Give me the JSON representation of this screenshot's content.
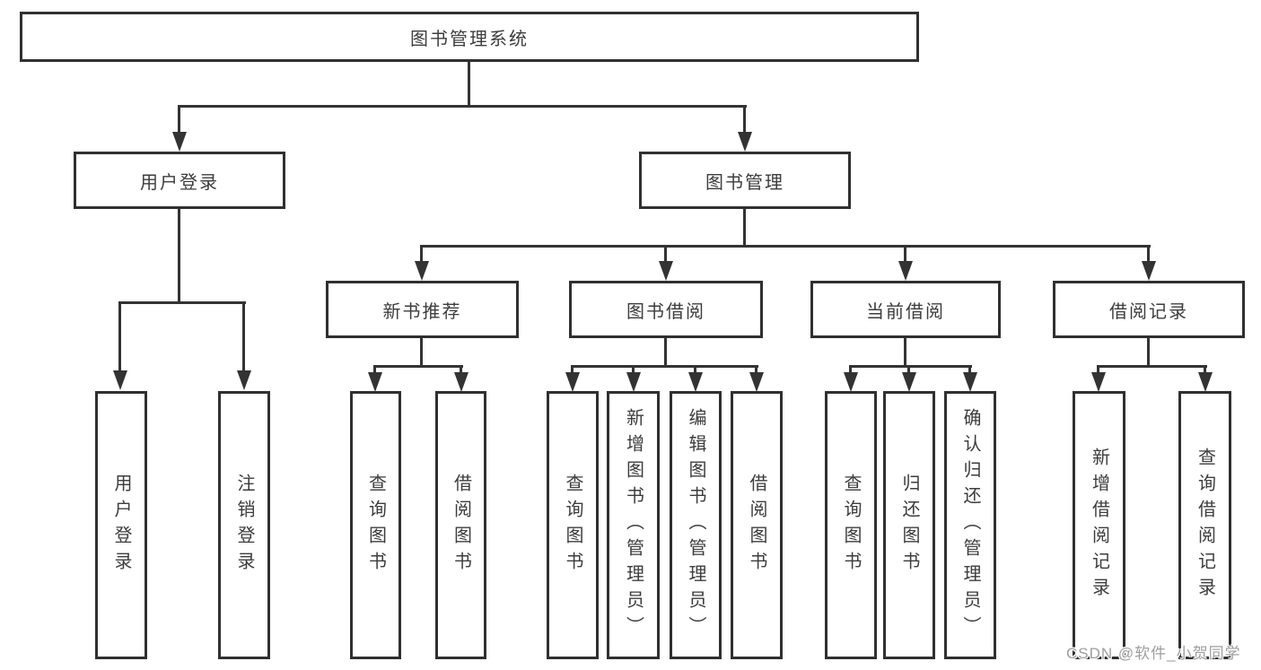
{
  "diagram_title": "图书管理系统",
  "colors": {
    "line": "#333333",
    "box_border": "#303030",
    "box_fill": "#ffffff",
    "text": "#3c3c3c",
    "watermark_text": "#9e9e9e"
  },
  "tree": {
    "label": "图书管理系统",
    "children": [
      {
        "label": "用户登录",
        "children": [
          {
            "label": "用户登录"
          },
          {
            "label": "注销登录"
          }
        ]
      },
      {
        "label": "图书管理",
        "children": [
          {
            "label": "新书推荐",
            "children": [
              {
                "label": "查询图书"
              },
              {
                "label": "借阅图书"
              }
            ]
          },
          {
            "label": "图书借阅",
            "children": [
              {
                "label": "查询图书"
              },
              {
                "label": "新增图书（管理员）"
              },
              {
                "label": "编辑图书（管理员）"
              },
              {
                "label": "借阅图书"
              }
            ]
          },
          {
            "label": "当前借阅",
            "children": [
              {
                "label": "查询图书"
              },
              {
                "label": "归还图书"
              },
              {
                "label": "确认归还（管理员）"
              }
            ]
          },
          {
            "label": "借阅记录",
            "children": [
              {
                "label": "新增借阅记录"
              },
              {
                "label": "查询借阅记录"
              }
            ]
          }
        ]
      }
    ]
  },
  "watermark": {
    "text": "CSDN @软件_小贺同学"
  }
}
